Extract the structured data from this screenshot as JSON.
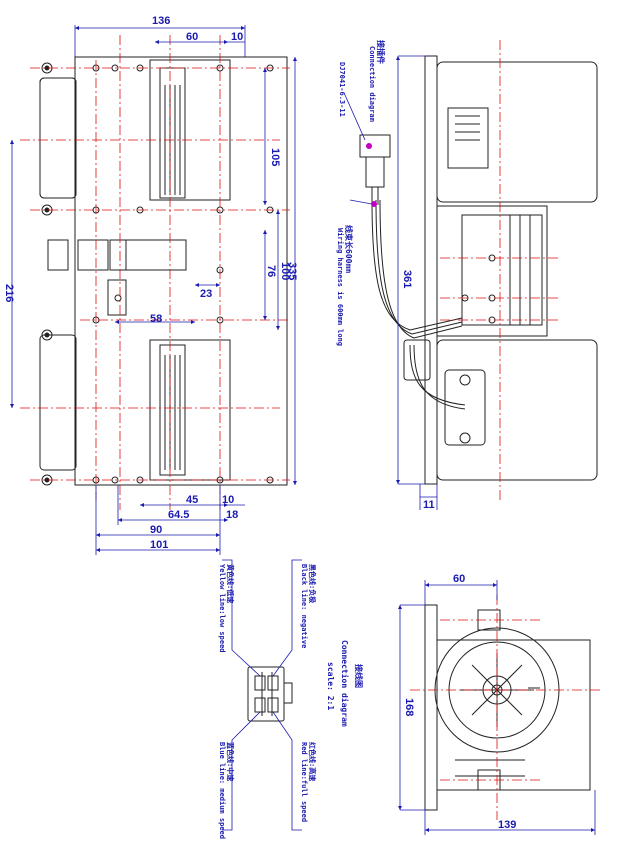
{
  "dimensions": {
    "front_width_136": "136",
    "front_60": "60",
    "front_10_top": "10",
    "front_105": "105",
    "front_216": "216",
    "front_335": "335",
    "front_100": "100",
    "front_76": "76",
    "front_23": "23",
    "front_58": "58",
    "front_45": "45",
    "front_10_bottom": "10",
    "front_64_5": "64.5",
    "front_18": "18",
    "front_90": "90",
    "front_101": "101",
    "side_361": "361",
    "side_11": "11",
    "end_60": "60",
    "end_168": "168",
    "end_139": "139"
  },
  "side_view": {
    "conn_title_cn": "接插件",
    "conn_title_en": "Connection diagram",
    "conn_part": "DJ7041-6.3-11",
    "harness_cn": "线束长600mm",
    "harness_en": "Wiring harness is 600mm long"
  },
  "connection_diagram": {
    "title_cn": "接线图",
    "title_en": "Connection diagram",
    "scale": "scale: 2:1",
    "yellow_cn": "黄色线:低速",
    "yellow_en": "Yellow line:low speed",
    "black_cn": "黑色线:负极",
    "black_en": "Black line: negative",
    "blue_cn": "蓝色线:中速",
    "blue_en": "Blue line: medium speed",
    "red_cn": "红色线:高速",
    "red_en": "Red line:full speed"
  },
  "colors": {
    "outline": "#222222",
    "dimension": "#1a1ab0",
    "centerline": "#e01010",
    "magenta": "#c000c0"
  }
}
